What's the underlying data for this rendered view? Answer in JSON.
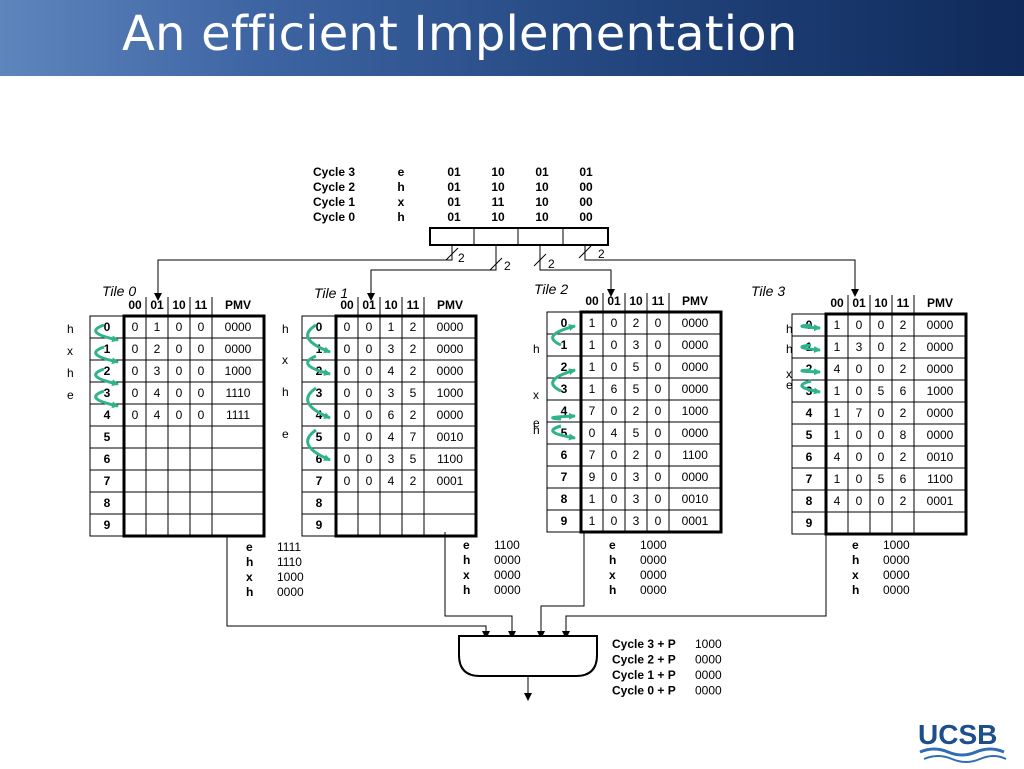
{
  "slide": {
    "title": "An efficient Implementation"
  },
  "input_table": {
    "rows": [
      {
        "cycle": "Cycle 3",
        "char": "e",
        "codes": [
          "01",
          "10",
          "01",
          "01"
        ]
      },
      {
        "cycle": "Cycle 2",
        "char": "h",
        "codes": [
          "01",
          "10",
          "10",
          "00"
        ]
      },
      {
        "cycle": "Cycle 1",
        "char": "x",
        "codes": [
          "01",
          "11",
          "10",
          "00"
        ]
      },
      {
        "cycle": "Cycle 0",
        "char": "h",
        "codes": [
          "01",
          "10",
          "10",
          "00"
        ]
      }
    ],
    "bus_width_label": "2"
  },
  "headers": [
    "00",
    "01",
    "10",
    "11",
    "PMV"
  ],
  "tiles": [
    {
      "name": "Tile 0",
      "rows": [
        [
          "0",
          "1",
          "0",
          "0",
          "0000"
        ],
        [
          "0",
          "2",
          "0",
          "0",
          "0000"
        ],
        [
          "0",
          "3",
          "0",
          "0",
          "1000"
        ],
        [
          "0",
          "4",
          "0",
          "0",
          "1110"
        ],
        [
          "0",
          "4",
          "0",
          "0",
          "1111"
        ],
        [
          "",
          "",
          "",
          "",
          ""
        ],
        [
          "",
          "",
          "",
          "",
          ""
        ],
        [
          "",
          "",
          "",
          "",
          ""
        ],
        [
          "",
          "",
          "",
          "",
          ""
        ],
        [
          "",
          "",
          "",
          "",
          ""
        ]
      ],
      "arrow_labels": [
        "h",
        "x",
        "h",
        "e"
      ],
      "outputs": [
        {
          "char": "e",
          "value": "1111"
        },
        {
          "char": "h",
          "value": "1110"
        },
        {
          "char": "x",
          "value": "1000"
        },
        {
          "char": "h",
          "value": "0000"
        }
      ]
    },
    {
      "name": "Tile 1",
      "rows": [
        [
          "0",
          "0",
          "1",
          "2",
          "0000"
        ],
        [
          "0",
          "0",
          "3",
          "2",
          "0000"
        ],
        [
          "0",
          "0",
          "4",
          "2",
          "0000"
        ],
        [
          "0",
          "0",
          "3",
          "5",
          "1000"
        ],
        [
          "0",
          "0",
          "6",
          "2",
          "0000"
        ],
        [
          "0",
          "0",
          "4",
          "7",
          "0010"
        ],
        [
          "0",
          "0",
          "3",
          "5",
          "1100"
        ],
        [
          "0",
          "0",
          "4",
          "2",
          "0001"
        ],
        [
          "",
          "",
          "",
          "",
          ""
        ],
        [
          "",
          "",
          "",
          "",
          ""
        ]
      ],
      "arrow_labels": [
        "h",
        "x",
        "h",
        "e"
      ],
      "outputs": [
        {
          "char": "e",
          "value": "1100"
        },
        {
          "char": "h",
          "value": "0000"
        },
        {
          "char": "x",
          "value": "0000"
        },
        {
          "char": "h",
          "value": "0000"
        }
      ]
    },
    {
      "name": "Tile 2",
      "rows": [
        [
          "1",
          "0",
          "2",
          "0",
          "0000"
        ],
        [
          "1",
          "0",
          "3",
          "0",
          "0000"
        ],
        [
          "1",
          "0",
          "5",
          "0",
          "0000"
        ],
        [
          "1",
          "6",
          "5",
          "0",
          "0000"
        ],
        [
          "7",
          "0",
          "2",
          "0",
          "1000"
        ],
        [
          "0",
          "4",
          "5",
          "0",
          "0000"
        ],
        [
          "7",
          "0",
          "2",
          "0",
          "1100"
        ],
        [
          "9",
          "0",
          "3",
          "0",
          "0000"
        ],
        [
          "1",
          "0",
          "3",
          "0",
          "0010"
        ],
        [
          "1",
          "0",
          "3",
          "0",
          "0001"
        ]
      ],
      "arrow_labels": [
        "h",
        "x",
        "e",
        "h"
      ],
      "outputs": [
        {
          "char": "e",
          "value": "1000"
        },
        {
          "char": "h",
          "value": "0000"
        },
        {
          "char": "x",
          "value": "0000"
        },
        {
          "char": "h",
          "value": "0000"
        }
      ]
    },
    {
      "name": "Tile 3",
      "rows": [
        [
          "1",
          "0",
          "0",
          "2",
          "0000"
        ],
        [
          "1",
          "3",
          "0",
          "2",
          "0000"
        ],
        [
          "4",
          "0",
          "0",
          "2",
          "0000"
        ],
        [
          "1",
          "0",
          "5",
          "6",
          "1000"
        ],
        [
          "1",
          "7",
          "0",
          "2",
          "0000"
        ],
        [
          "1",
          "0",
          "0",
          "8",
          "0000"
        ],
        [
          "4",
          "0",
          "0",
          "2",
          "0010"
        ],
        [
          "1",
          "0",
          "5",
          "6",
          "1100"
        ],
        [
          "4",
          "0",
          "0",
          "2",
          "0001"
        ],
        [
          "",
          "",
          "",
          "",
          ""
        ]
      ],
      "arrow_labels": [
        "h",
        "h",
        "x",
        "e"
      ],
      "outputs": [
        {
          "char": "e",
          "value": "1000"
        },
        {
          "char": "h",
          "value": "0000"
        },
        {
          "char": "x",
          "value": "0000"
        },
        {
          "char": "h",
          "value": "0000"
        }
      ]
    }
  ],
  "final_output": [
    {
      "label": "Cycle 3 + P",
      "value": "1000"
    },
    {
      "label": "Cycle 2 + P",
      "value": "0000"
    },
    {
      "label": "Cycle 1 + P",
      "value": "0000"
    },
    {
      "label": "Cycle 0 + P",
      "value": "0000"
    }
  ],
  "logo": {
    "text": "UCSB",
    "colors": {
      "primary": "#1f4e8c",
      "wave": "#2f6db5"
    }
  },
  "colors": {
    "title_bar_left": "#5f85bd",
    "title_bar_right": "#0f2a5a",
    "arrow": "#2fb38a"
  }
}
